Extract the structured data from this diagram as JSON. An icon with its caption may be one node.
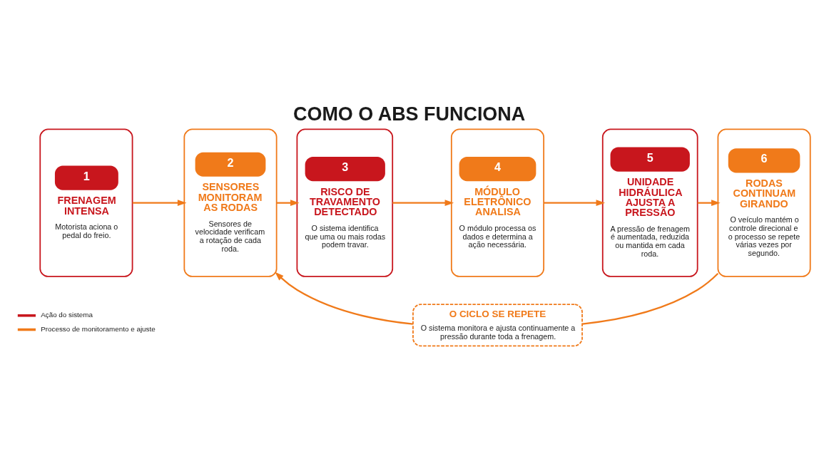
{
  "diagram": {
    "title": "COMO O ABS FUNCIONA",
    "nodes": [
      {
        "text": [
          "1",
          "FRENAGEM INTENSA",
          "Motorista aciona o pedal do freio."
        ]
      },
      {
        "text": [
          "2",
          "SENSORES MONITORAM AS RODAS",
          "Sensores de velocidade verificam a rotação de cada roda."
        ]
      },
      {
        "text": [
          "3",
          "RISCO DE TRAVAMENTO DETECTADO",
          "O sistema identifica que uma ou mais rodas podem travar."
        ]
      },
      {
        "text": [
          "4",
          "MÓDULO ELETRÔNICO ANALISA",
          "O módulo processa os dados e determina a ação necessária."
        ]
      },
      {
        "text": [
          "5",
          "UNIDADE HIDRÁULICA AJUSTA A PRESSÃO",
          "A pressão de frenagem é aumentada, reduzida ou mantida em cada roda."
        ]
      },
      {
        "text": [
          "6",
          "RODAS CONTINUAM GIRANDO",
          "O veículo mantém o controle direcional e o processo se repete várias vezes por segundo."
        ]
      },
      {
        "text": [
          "O CICLO SE REPETE",
          "O sistema monitora e ajusta continuamente a pressão durante toda a frenagem."
        ]
      }
    ],
    "edges": [
      {
        "from": 0,
        "to": 1,
        "arrow": "to"
      },
      {
        "from": 1,
        "to": 2,
        "arrow": "to"
      },
      {
        "from": 2,
        "to": 3,
        "arrow": "to"
      },
      {
        "from": 3,
        "to": 4,
        "arrow": "to"
      },
      {
        "from": 4,
        "to": 5,
        "arrow": "to"
      },
      {
        "from": 5,
        "to": 6,
        "arrow": "none"
      },
      {
        "from": 6,
        "to": 1,
        "arrow": "to"
      }
    ],
    "legend": [
      {
        "text": "Ação do sistema"
      },
      {
        "text": "Processo de monitoramento e ajuste"
      }
    ]
  }
}
